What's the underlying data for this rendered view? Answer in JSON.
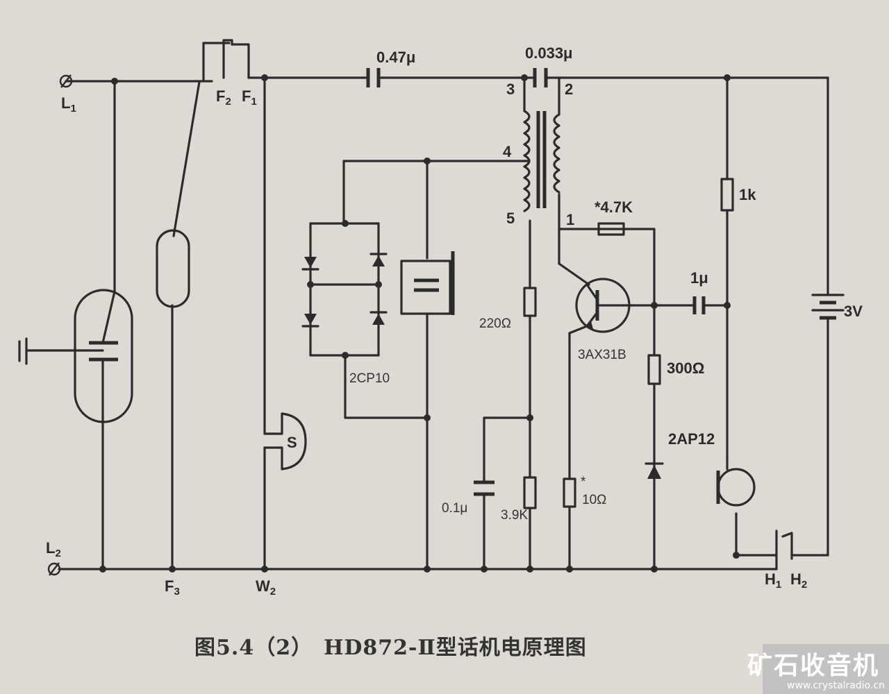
{
  "labels": {
    "l1": "L",
    "l1_sub": "1",
    "l2": "L",
    "l2_sub": "2",
    "f1": "F",
    "f1_sub": "1",
    "f2": "F",
    "f2_sub": "2",
    "f3": "F",
    "f3_sub": "3",
    "w2": "W",
    "w2_sub": "2",
    "h1": "H",
    "h1_sub": "1",
    "h2": "H",
    "h2_sub": "2",
    "s": "S"
  },
  "components": {
    "cap_047": "0.47μ",
    "cap_0033": "0.033μ",
    "tap3": "3",
    "tap2": "2",
    "tap4": "4",
    "tap5": "5",
    "tap1": "1",
    "r47k": "*4.7K",
    "r1k": "1k",
    "cap1u": "1μ",
    "batt": "3V",
    "r220": "220Ω",
    "diodes": "2CP10",
    "transistor": "3AX31B",
    "r300": "300Ω",
    "d2ap12": "2AP12",
    "cap01": "0.1μ",
    "r39k": "3.9K",
    "r10_star": "*",
    "r10": "10Ω"
  },
  "caption": {
    "text": "图5.4（2）　HD872-Ⅱ型话机电原理图"
  },
  "watermark": {
    "title": "矿石收音机",
    "url": "www.crystalradio.cn"
  }
}
